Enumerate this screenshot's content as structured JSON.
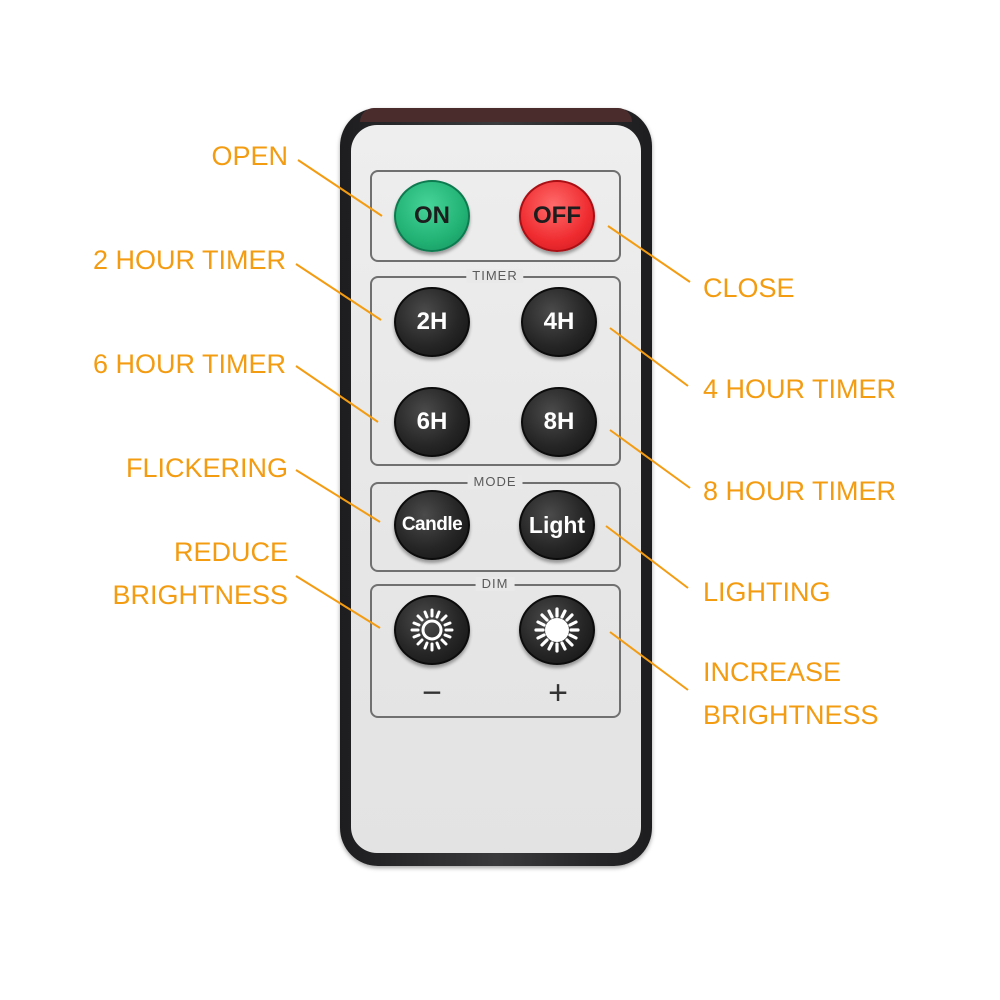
{
  "colors": {
    "callout": "#f39c12",
    "on_button": "#22b274",
    "off_button": "#ef2c30",
    "dark_button": "#222222",
    "remote_face": "#e9e9e9",
    "remote_frame": "#2b2b2d"
  },
  "remote": {
    "groups": {
      "timer": "TIMER",
      "mode": "MODE",
      "dim": "DIM"
    },
    "buttons": {
      "on": "ON",
      "off": "OFF",
      "h2": "2H",
      "h4": "4H",
      "h6": "6H",
      "h8": "8H",
      "candle": "Candle",
      "light": "Light",
      "dim_down_icon": "sun-outline-icon",
      "dim_up_icon": "sun-filled-icon"
    },
    "signs": {
      "minus": "−",
      "plus": "+"
    }
  },
  "callouts": {
    "open": "OPEN",
    "close": "CLOSE",
    "timer_2h": "2 HOUR TIMER",
    "timer_4h": "4 HOUR TIMER",
    "timer_6h": "6 HOUR TIMER",
    "timer_8h": "8 HOUR TIMER",
    "flickering": "FLICKERING",
    "lighting": "LIGHTING",
    "reduce_line1": "REDUCE",
    "reduce_line2": "BRIGHTNESS",
    "increase_line1": "INCREASE",
    "increase_line2": "BRIGHTNESS"
  }
}
